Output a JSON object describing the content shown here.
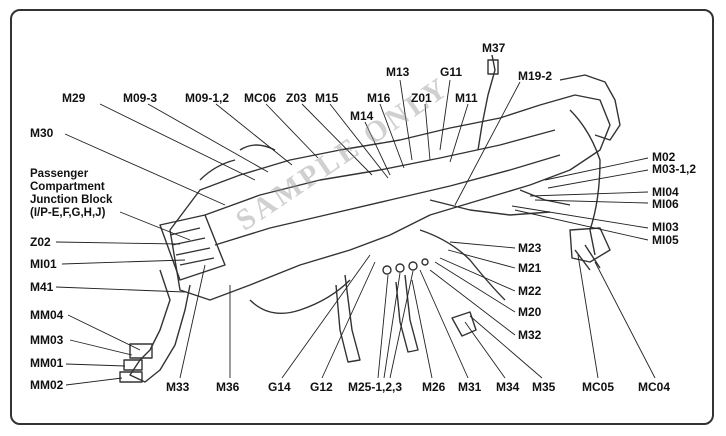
{
  "callout_labels": {
    "m37": "M37",
    "m13": "M13",
    "g11": "G11",
    "m19_2": "M19-2",
    "m29": "M29",
    "m09_3": "M09-3",
    "m09_12": "M09-1,2",
    "mc06": "MC06",
    "z03": "Z03",
    "m15": "M15",
    "m16": "M16",
    "z01": "Z01",
    "m11": "M11",
    "m14": "M14",
    "m30": "M30",
    "m02": "M02",
    "m03_12": "M03-1,2",
    "mi04": "MI04",
    "mi06": "MI06",
    "mi03": "MI03",
    "mi05": "MI05",
    "z02": "Z02",
    "mi01": "MI01",
    "m41": "M41",
    "m23": "M23",
    "m21": "M21",
    "m22": "M22",
    "m20": "M20",
    "m32": "M32",
    "mm04": "MM04",
    "mm03": "MM03",
    "mm01": "MM01",
    "mm02": "MM02",
    "m33": "M33",
    "m36": "M36",
    "g14": "G14",
    "g12": "G12",
    "m25_123": "M25-1,2,3",
    "m26": "M26",
    "m31": "M31",
    "m34": "M34",
    "m35": "M35",
    "mc05": "MC05",
    "mc04": "MC04"
  },
  "junction_block_note": {
    "line1": "Passenger",
    "line2": "Compartment",
    "line3": "Junction Block",
    "line4": "(I/P-E,F,G,H,J)"
  },
  "watermark": "SAMPLE ONLY"
}
